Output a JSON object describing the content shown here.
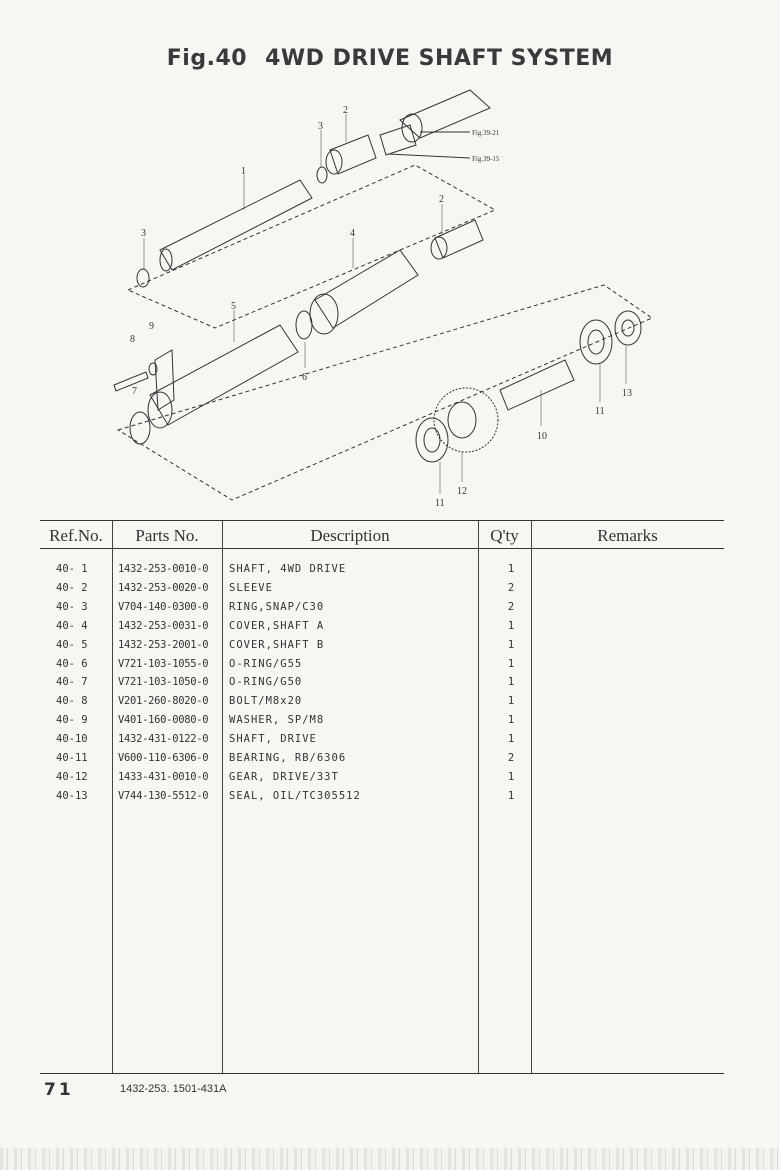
{
  "title": {
    "fig": "Fig.40",
    "name": "4WD DRIVE SHAFT SYSTEM"
  },
  "diagram": {
    "callouts": [
      "1",
      "2",
      "3",
      "3",
      "2",
      "4",
      "5",
      "6",
      "8",
      "9",
      "7",
      "10",
      "11",
      "11",
      "12",
      "13"
    ],
    "refs": [
      "Fig.39-21",
      "Fig.39-15"
    ]
  },
  "table": {
    "headers": {
      "ref": "Ref.No.",
      "part": "Parts No.",
      "desc": "Description",
      "qty": "Q'ty",
      "remarks": "Remarks"
    },
    "rows": [
      {
        "ref": "40- 1",
        "part": "1432-253-0010-0",
        "desc": "SHAFT, 4WD DRIVE",
        "qty": "1"
      },
      {
        "ref": "40- 2",
        "part": "1432-253-0020-0",
        "desc": "SLEEVE",
        "qty": "2"
      },
      {
        "ref": "40- 3",
        "part": "V704-140-0300-0",
        "desc": "RING,SNAP/C30",
        "qty": "2"
      },
      {
        "ref": "40- 4",
        "part": "1432-253-0031-0",
        "desc": "COVER,SHAFT A",
        "qty": "1"
      },
      {
        "ref": "40- 5",
        "part": "1432-253-2001-0",
        "desc": "COVER,SHAFT B",
        "qty": "1"
      },
      {
        "ref": "40- 6",
        "part": "V721-103-1055-0",
        "desc": "O-RING/G55",
        "qty": "1"
      },
      {
        "ref": "40- 7",
        "part": "V721-103-1050-0",
        "desc": "O-RING/G50",
        "qty": "1"
      },
      {
        "ref": "40- 8",
        "part": "V201-260-8020-0",
        "desc": "BOLT/M8x20",
        "qty": "1"
      },
      {
        "ref": "40- 9",
        "part": "V401-160-0080-0",
        "desc": "WASHER, SP/M8",
        "qty": "1"
      },
      {
        "ref": "40-10",
        "part": "1432-431-0122-0",
        "desc": "SHAFT, DRIVE",
        "qty": "1"
      },
      {
        "ref": "40-11",
        "part": "V600-110-6306-0",
        "desc": "BEARING, RB/6306",
        "qty": "2"
      },
      {
        "ref": "40-12",
        "part": "1433-431-0010-0",
        "desc": "GEAR, DRIVE/33T",
        "qty": "1"
      },
      {
        "ref": "40-13",
        "part": "V744-130-5512-0",
        "desc": "SEAL, OIL/TC305512",
        "qty": "1"
      }
    ]
  },
  "footer": {
    "page": "71",
    "code": "1432-253. 1501-431A"
  }
}
